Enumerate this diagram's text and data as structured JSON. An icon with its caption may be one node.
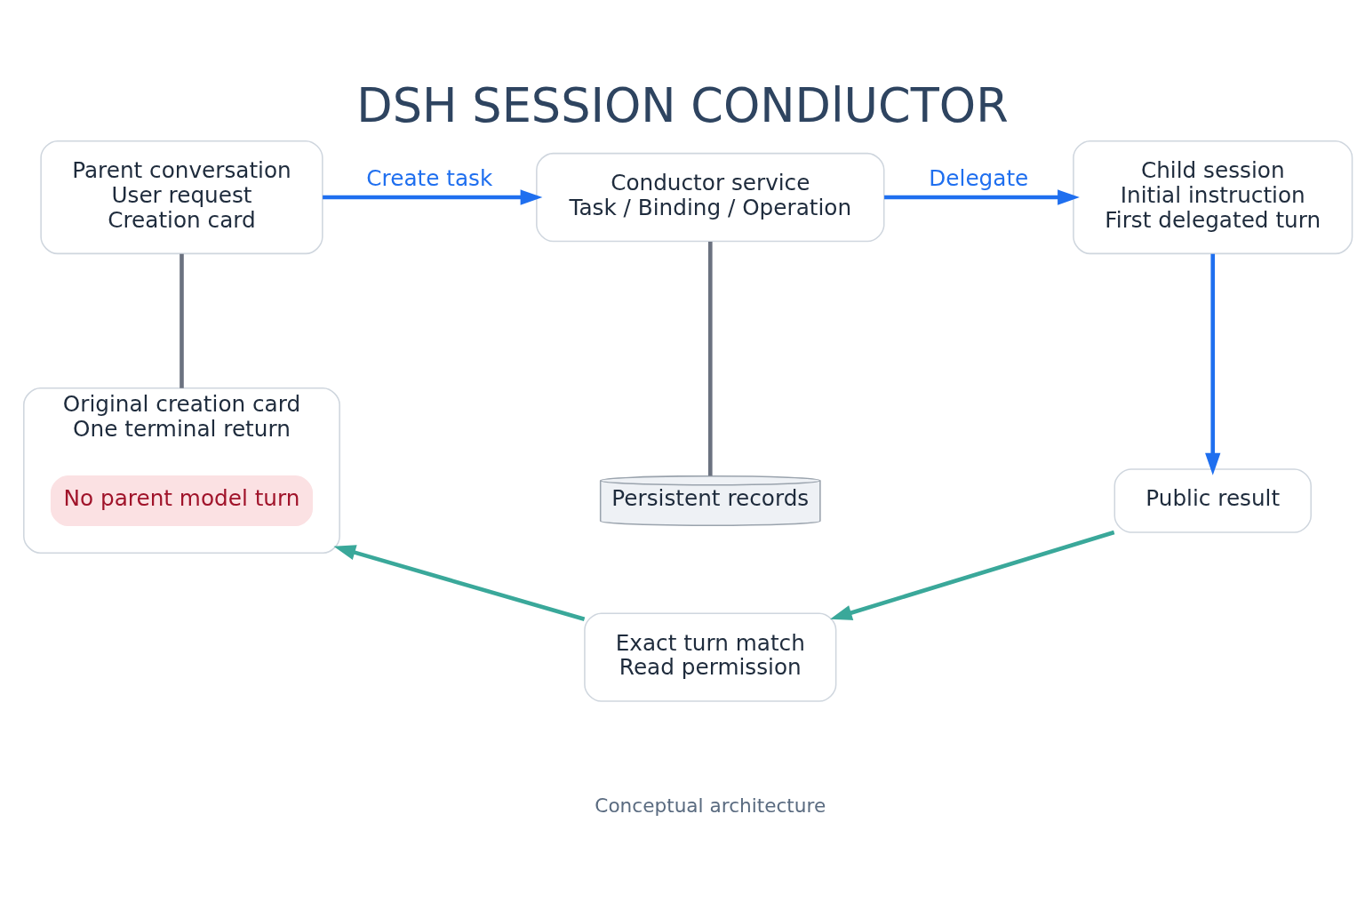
{
  "diagram": {
    "title": "DSH SESSION CONDlUCTOR",
    "caption": "Conceptual architecture",
    "nodes": [
      {
        "text": [
          "Parent conversation",
          "User request",
          "Creation card"
        ]
      },
      {
        "text": [
          "Conductor service",
          "Task / Binding / Operation"
        ]
      },
      {
        "text": [
          "Child session",
          "Initial instruction",
          "First delegated turn"
        ]
      },
      {
        "text": [
          "Persistent records"
        ]
      },
      {
        "text": [
          "Original creation card",
          "One terminal return"
        ]
      },
      {
        "text": [
          "No parent model turn"
        ],
        "in": 4
      },
      {
        "text": [
          "Exact turn match",
          "Read permission"
        ]
      },
      {
        "text": [
          "Public result"
        ]
      }
    ],
    "edges": [
      {
        "from": 0,
        "to": 1,
        "arrow": "to",
        "label": "Create task",
        "color": "#1f6fef"
      },
      {
        "from": 1,
        "to": 2,
        "arrow": "to",
        "label": "Delegate",
        "color": "#1f6fef"
      },
      {
        "from": 1,
        "to": 3,
        "arrow": "none",
        "color": "#6b7280"
      },
      {
        "from": 0,
        "to": 4,
        "arrow": "none",
        "color": "#6b7280"
      },
      {
        "from": 2,
        "to": 7,
        "arrow": "to",
        "color": "#1f6fef"
      },
      {
        "from": 7,
        "to": 6,
        "arrow": "to",
        "color": "#3aa89a"
      },
      {
        "from": 6,
        "to": 4,
        "arrow": "to",
        "color": "#3aa89a"
      }
    ]
  }
}
